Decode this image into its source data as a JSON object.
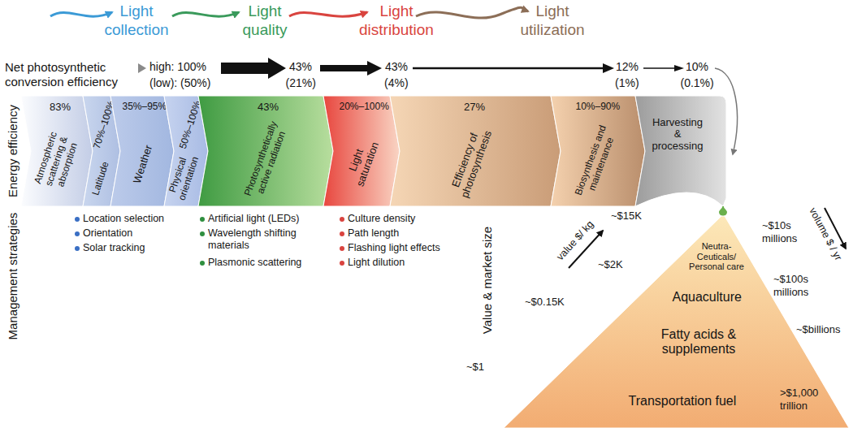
{
  "diagram": {
    "nodes": [
      {
        "text": [
          "83%",
          "Atmospheric scattering & absorption"
        ]
      },
      {
        "text": [
          "70%–100%",
          "Latitude"
        ]
      },
      {
        "text": [
          "35%–95%",
          "Weather"
        ]
      },
      {
        "text": [
          "50%–100%",
          "Physical orientation"
        ]
      },
      {
        "text": [
          "43%",
          "Photosynthetically active radiation"
        ]
      },
      {
        "text": [
          "20%–100%",
          "Light saturation"
        ]
      },
      {
        "text": [
          "27%",
          "Efficiency of photosynthesis"
        ]
      },
      {
        "text": [
          "10%–90%",
          "Biosynthesis and maintenance"
        ]
      },
      {
        "text": [
          "Harvesting & processing"
        ]
      },
      {
        "text": [
          "Neutra-Ceuticals/ Personal care",
          "Aquaculture",
          "Fatty acids & supplements",
          "Transportation fuel"
        ]
      }
    ],
    "edges": [
      {
        "from": 8,
        "to": 9,
        "arrow": "to"
      }
    ],
    "labels": [
      "Light collection",
      "Light quality",
      "Light distribution",
      "Light utilization",
      "Net photosynthetic conversion efficiency",
      "high: 100%",
      "(low): (50%)",
      "43%",
      "(21%)",
      "43%",
      "(4%)",
      "12%",
      "(1%)",
      "10%",
      "(0.1%)",
      "Energy efficiency",
      "Management strategies",
      "Location selection",
      "Orientation",
      "Solar tracking",
      "Artificial light (LEDs)",
      "Wavelength shifting materials",
      "Plasmonic scattering",
      "Culture density",
      "Path length",
      "Flashing light effects",
      "Light dilution",
      "Value & market size",
      "~$15K",
      "~$2K",
      "~$0.15K",
      "~$1",
      "value $/ kg",
      "volume $ / yr",
      "~$10s millions",
      "~$100s millions",
      "~$billions",
      ">$1,000 trillion"
    ]
  }
}
